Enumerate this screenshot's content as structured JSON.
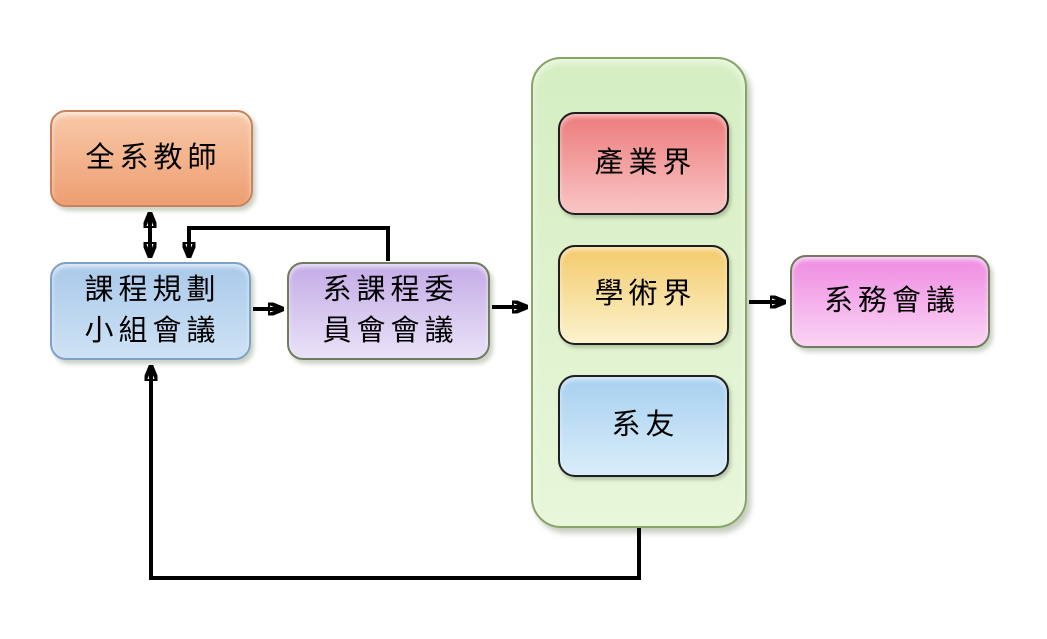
{
  "diagram": {
    "title_hint": "curriculum-planning-flowchart",
    "background": "#FFFFFF",
    "arrow_color": "#000000",
    "nodes": {
      "all_teachers": {
        "label": "全系教師",
        "c1": "#F9C9A9",
        "c2": "#EE9E72",
        "border": "#C9835C"
      },
      "planning": {
        "label": "課程規劃\n小組會議",
        "c1": "#A9C9E9",
        "c2": "#CEE2F5",
        "border": "#7FA1C9"
      },
      "committee": {
        "label": "系課程委\n員會會議",
        "c1": "#C4ABE6",
        "c2": "#E9E2F8",
        "border": "#6F7D5E"
      },
      "stakeholders_group": {
        "label": "",
        "c1": "#D5EEC2",
        "c2": "#E8F6DA",
        "border": "#86A567"
      },
      "industry": {
        "label": "產業界",
        "c1": "#EC7B7B",
        "c2": "#F9C5C5",
        "border": "#1F1F1F"
      },
      "academia": {
        "label": "學術界",
        "c1": "#F3CA6B",
        "c2": "#FCF3CE",
        "border": "#1F1F1F"
      },
      "alumni": {
        "label": "系友",
        "c1": "#A7D0F0",
        "c2": "#D9EDFA",
        "border": "#1F1F1F"
      },
      "dept_meeting": {
        "label": "系務會議",
        "c1": "#EF8BE2",
        "c2": "#FAD4F4",
        "border": "#6F7D5E"
      }
    },
    "edges": [
      {
        "id": "teachers-planning",
        "from": "all_teachers",
        "to": "planning",
        "type": "double-arrow"
      },
      {
        "id": "planning-committee",
        "from": "planning",
        "to": "committee",
        "type": "arrow"
      },
      {
        "id": "committee-planning-loop",
        "from": "committee",
        "to": "planning",
        "type": "arrow-feedback-top"
      },
      {
        "id": "committee-stakeholders",
        "from": "committee",
        "to": "stakeholders_group",
        "type": "arrow"
      },
      {
        "id": "stakeholders-dept-meeting",
        "from": "stakeholders_group",
        "to": "dept_meeting",
        "type": "arrow"
      },
      {
        "id": "stakeholders-planning-loop",
        "from": "stakeholders_group",
        "to": "planning",
        "type": "arrow-feedback-bottom"
      }
    ]
  }
}
